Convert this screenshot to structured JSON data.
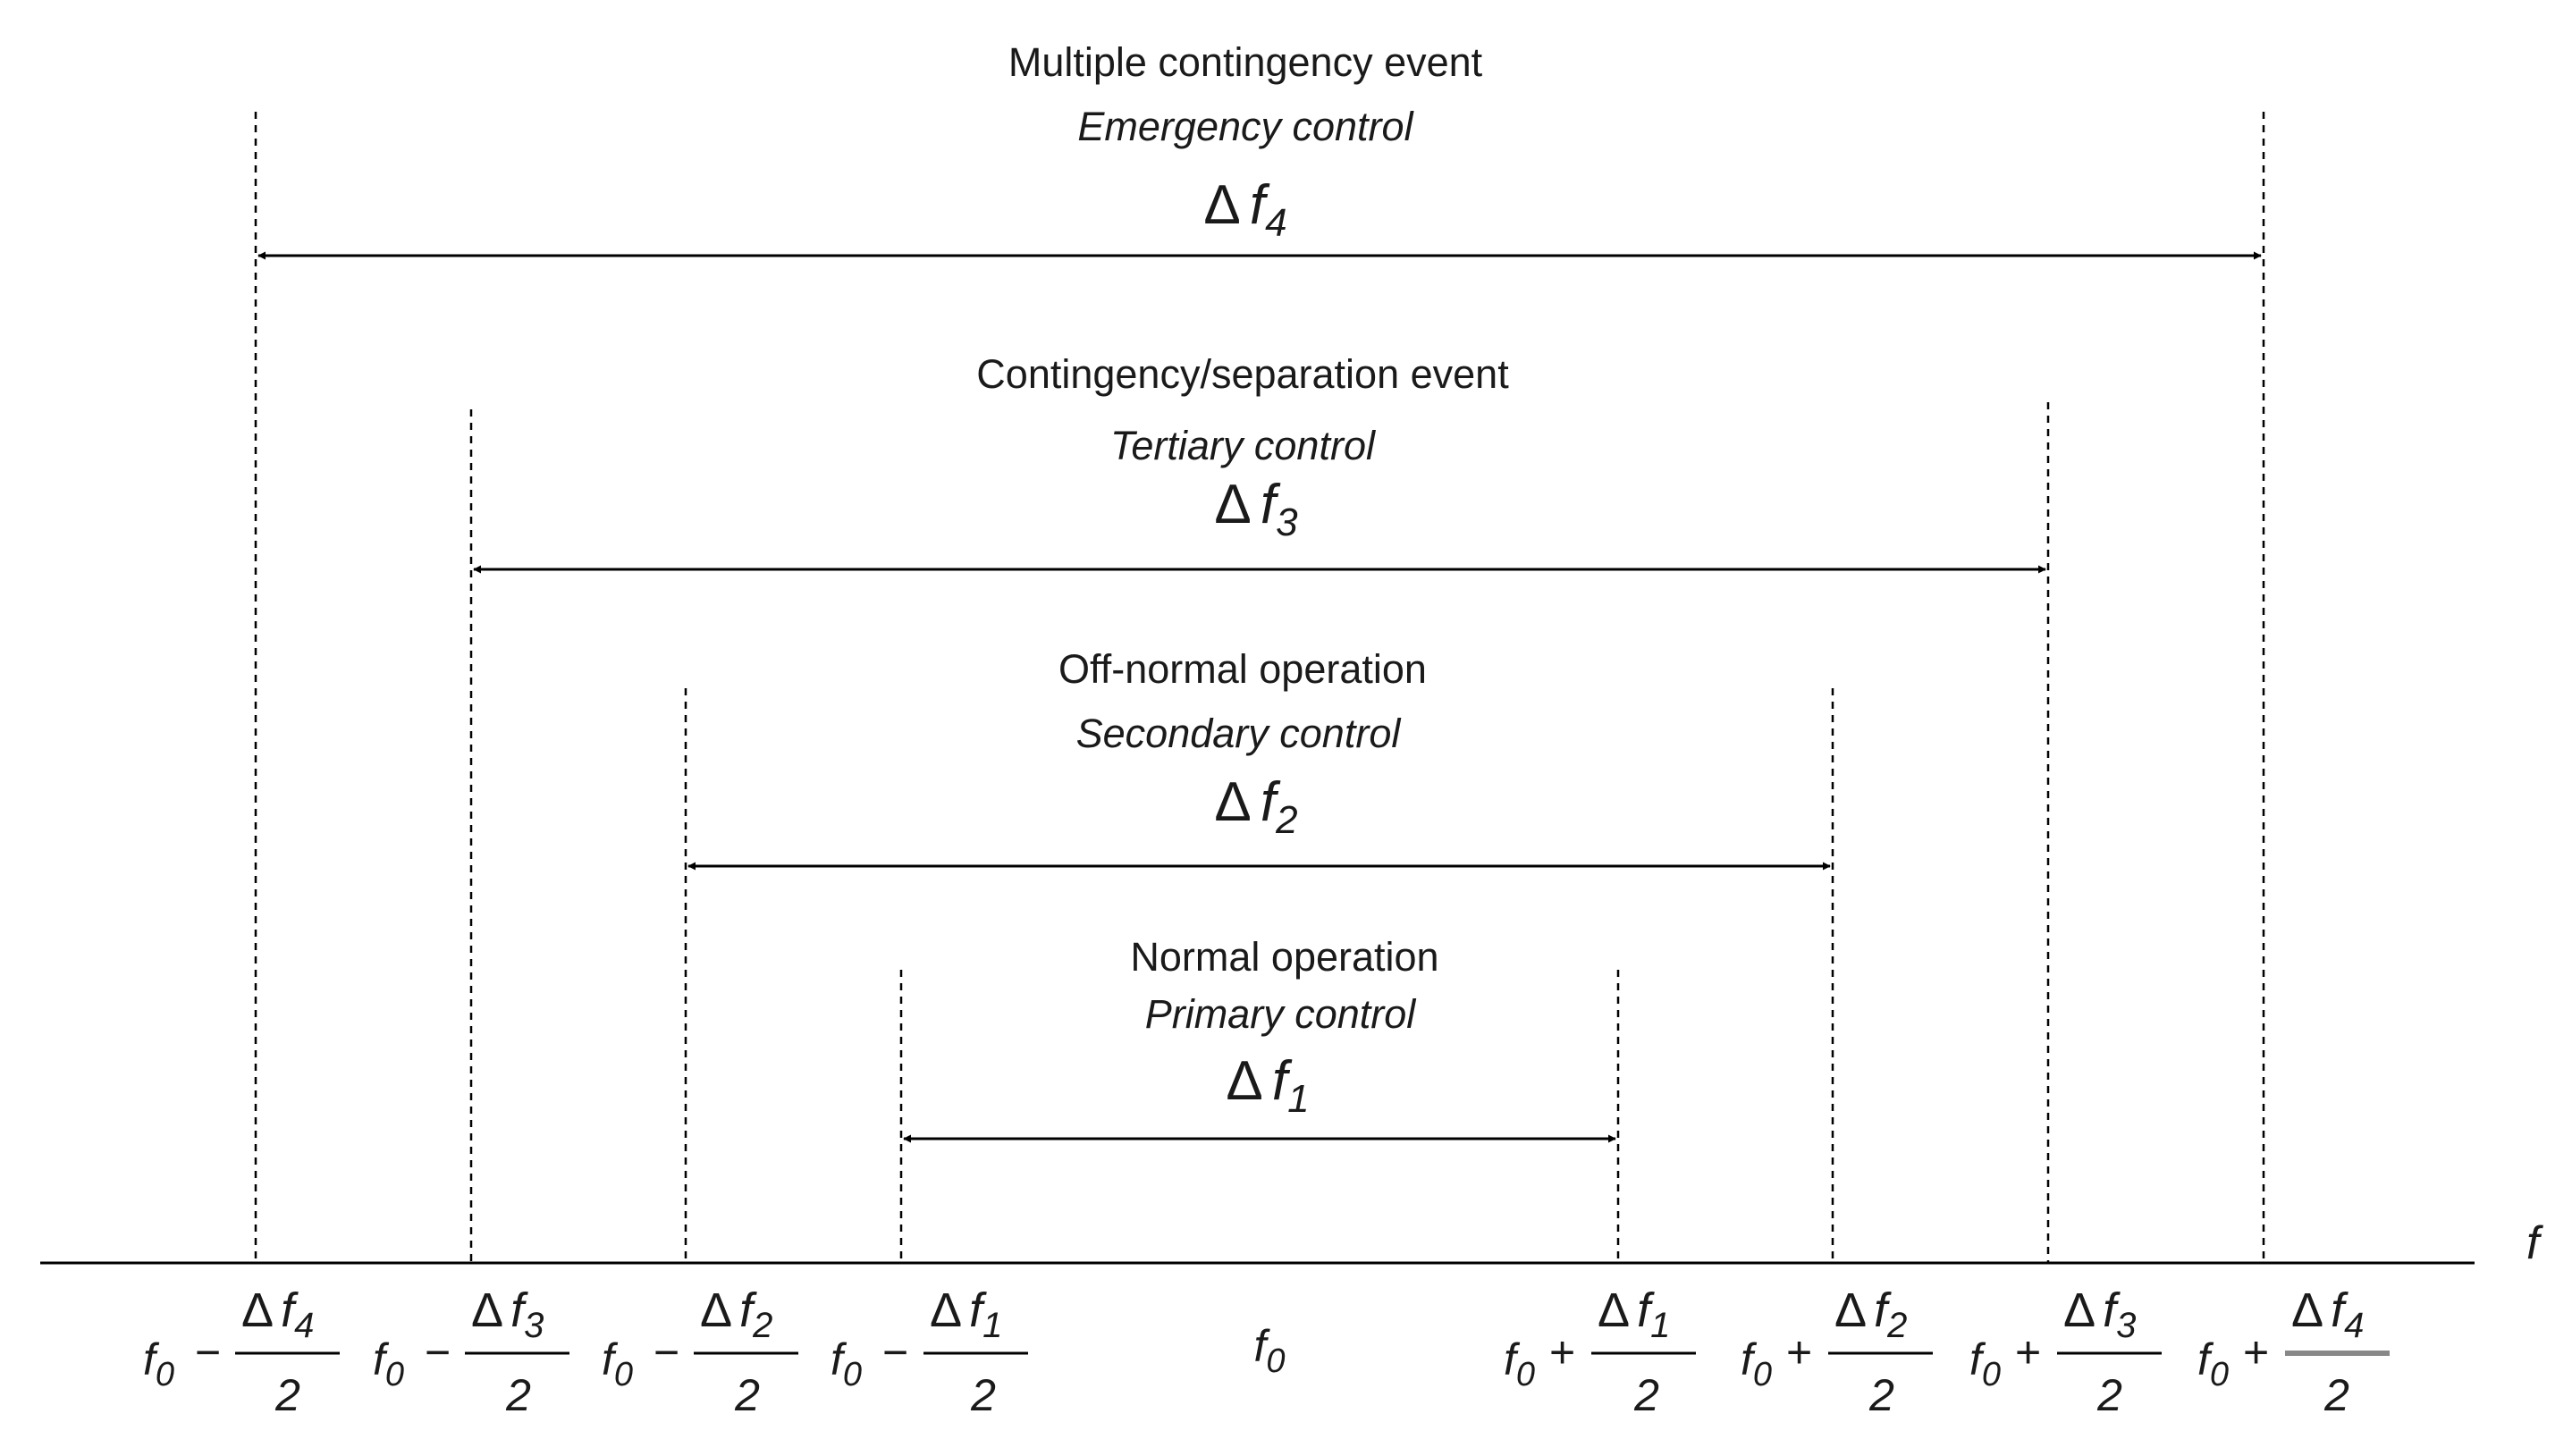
{
  "diagram": {
    "axis_label": "f",
    "center_label": {
      "base": "f",
      "sub": "0"
    },
    "delta_symbol": "Δ",
    "sign_minus": "−",
    "sign_plus": "+",
    "denominator": "2",
    "levels": [
      {
        "event": "Normal operation",
        "control": "Primary control",
        "delta": {
          "base": "f",
          "sub": "1"
        }
      },
      {
        "event": "Off-normal operation",
        "control": "Secondary control",
        "delta": {
          "base": "f",
          "sub": "2"
        }
      },
      {
        "event": "Contingency/separation event",
        "control": "Tertiary control",
        "delta": {
          "base": "f",
          "sub": "3"
        }
      },
      {
        "event": "Multiple contingency event",
        "control": "Emergency control",
        "delta": {
          "base": "f",
          "sub": "4"
        }
      }
    ]
  }
}
